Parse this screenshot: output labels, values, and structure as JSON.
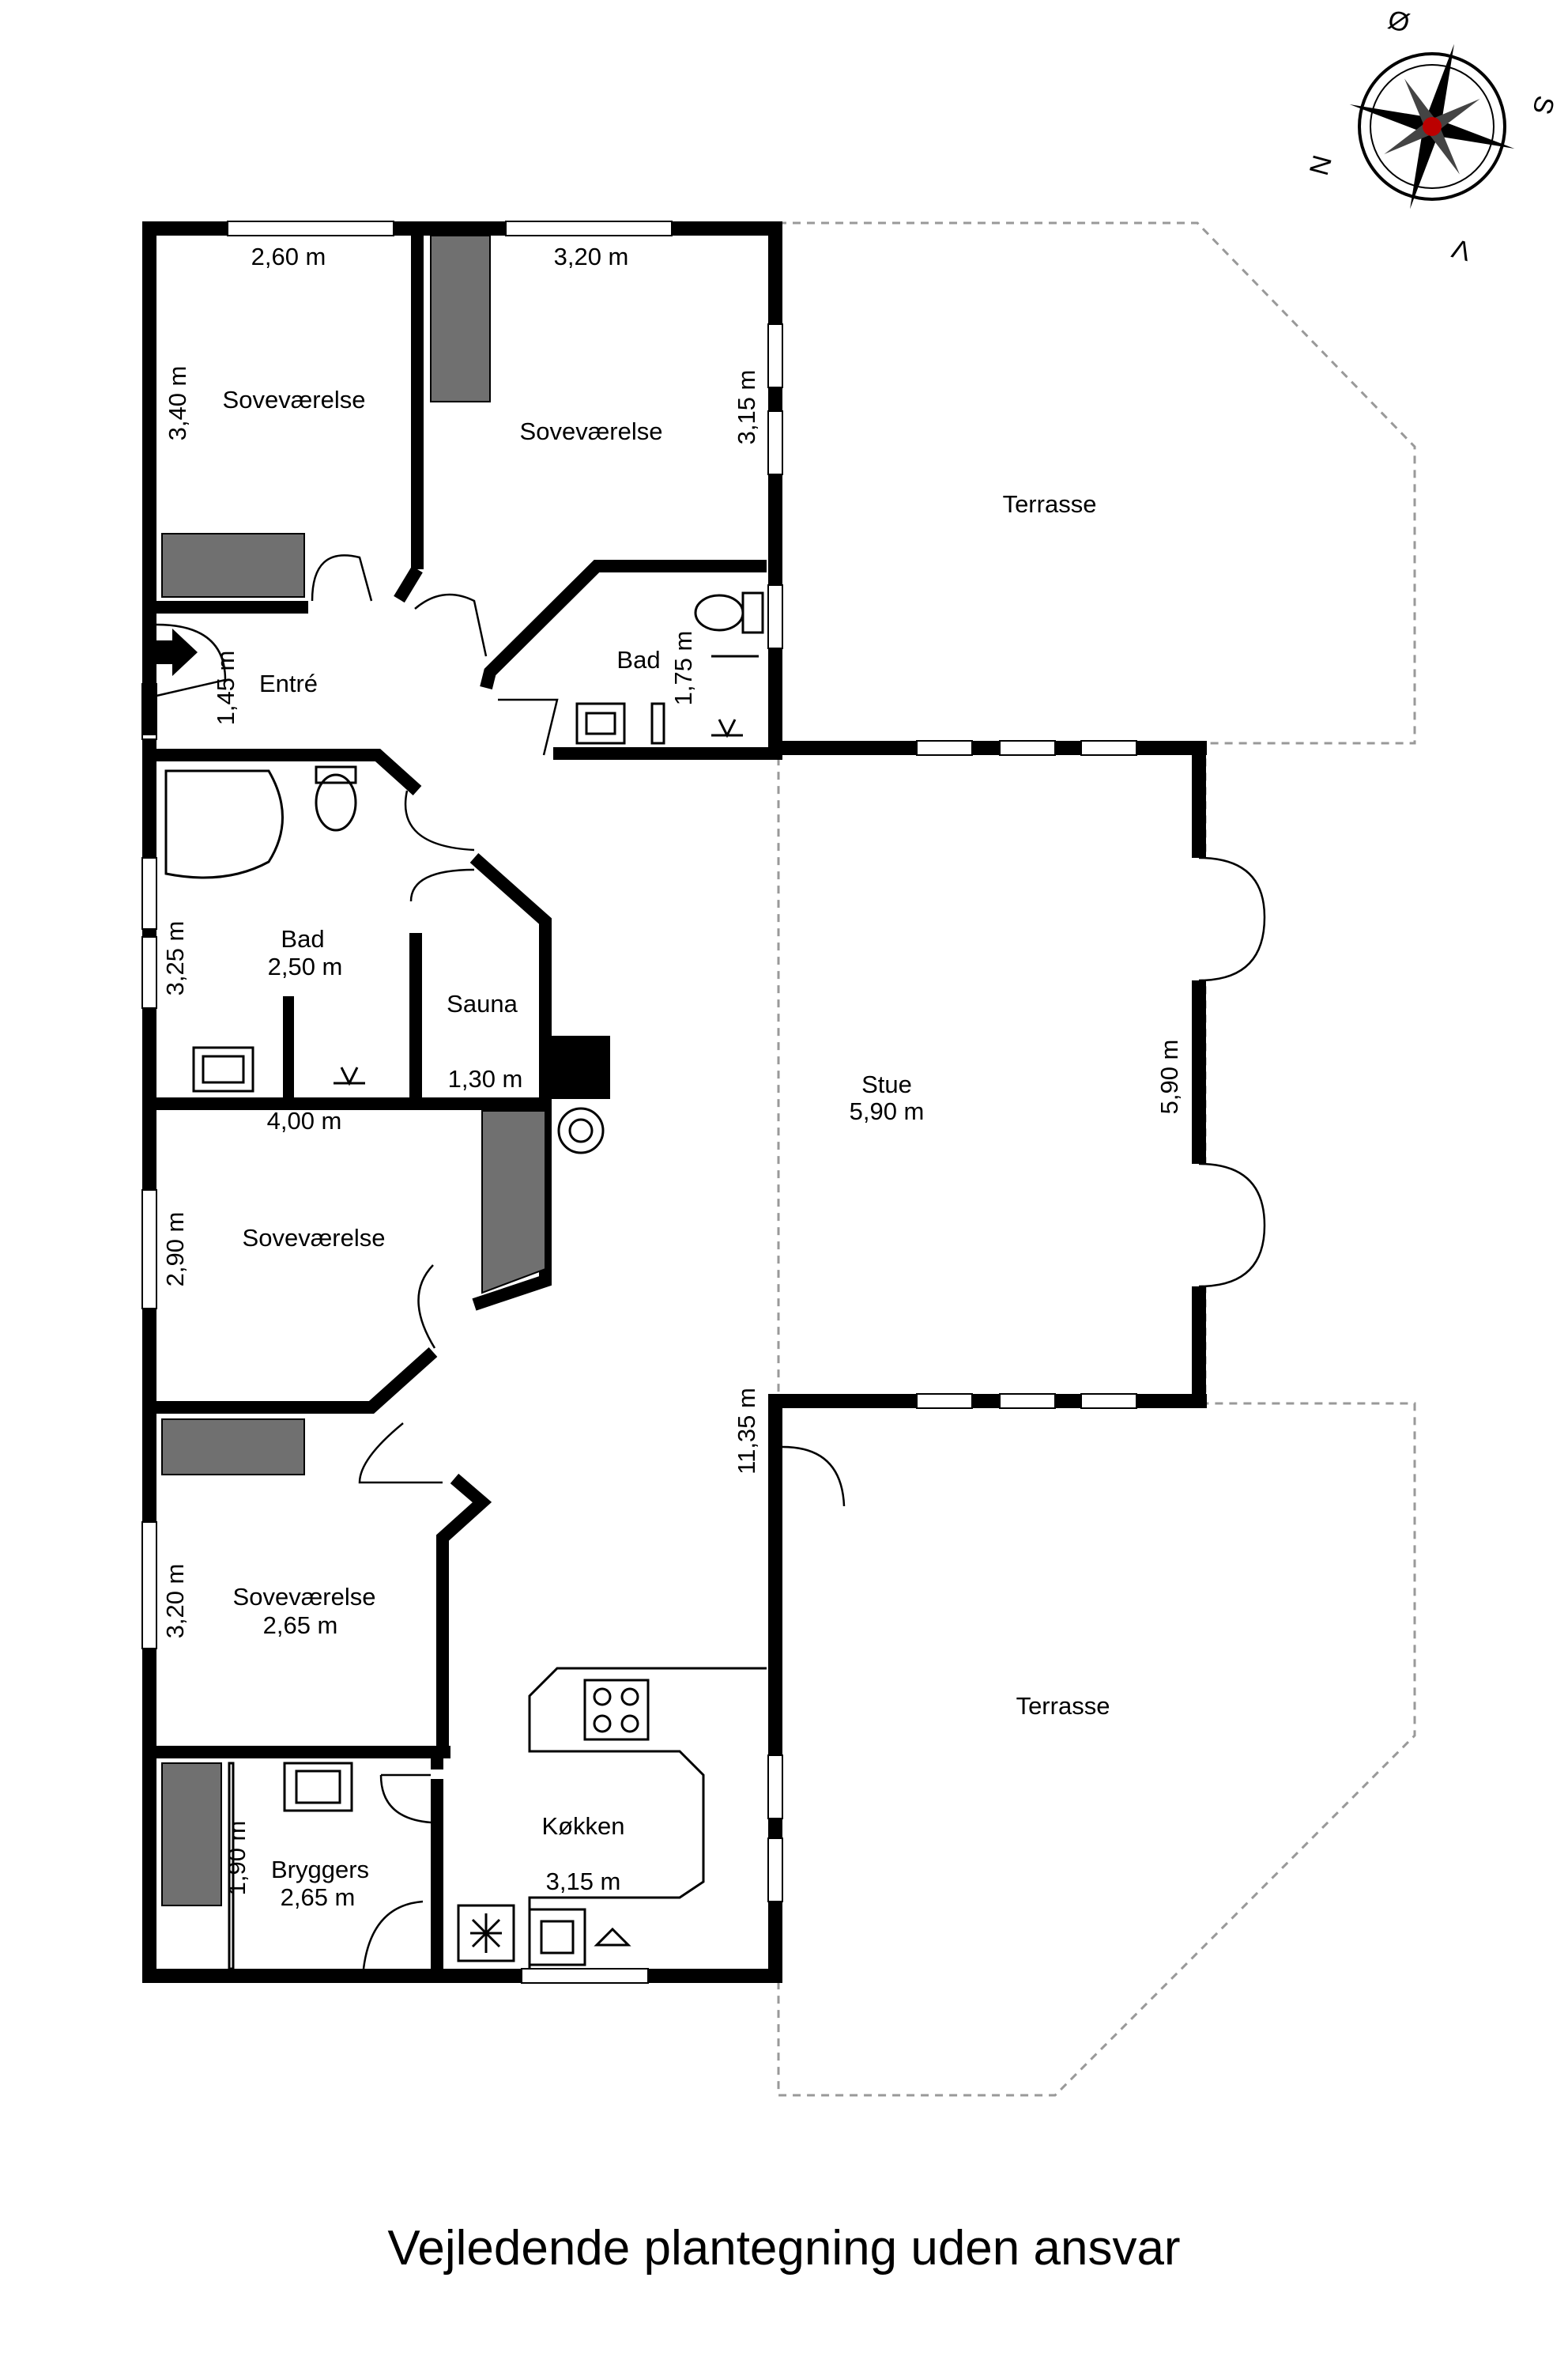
{
  "rooms": {
    "bedroom_1": {
      "name": "Soveværelse",
      "width": "2,60 m",
      "depth": "3,40 m"
    },
    "bedroom_2": {
      "name": "Soveværelse",
      "width": "3,20 m",
      "depth": "3,15 m"
    },
    "entry": {
      "name": "Entré",
      "depth": "1,45 m"
    },
    "bath_small": {
      "name": "Bad",
      "depth": "1,75 m"
    },
    "bath_large": {
      "name": "Bad",
      "width": "2,50 m",
      "depth": "3,25 m"
    },
    "sauna": {
      "name": "Sauna",
      "width": "1,30 m"
    },
    "bedroom_3": {
      "name": "Soveværelse",
      "width": "4,00 m",
      "depth": "2,90 m"
    },
    "bedroom_4": {
      "name": "Soveværelse",
      "width": "2,65 m",
      "depth": "3,20 m"
    },
    "utility": {
      "name": "Bryggers",
      "width": "2,65 m",
      "depth": "1,90 m"
    },
    "kitchen": {
      "name": "Køkken",
      "width": "3,15 m"
    },
    "living": {
      "name": "Stue",
      "width": "5,90 m",
      "depth": "5,90 m",
      "length": "11,35 m"
    },
    "terrace_north": {
      "name": "Terrasse"
    },
    "terrace_south": {
      "name": "Terrasse"
    }
  },
  "compass": {
    "n": "N",
    "s": "S",
    "o": "Ø",
    "v": "V"
  },
  "disclaimer": "Vejledende plantegning uden ansvar"
}
